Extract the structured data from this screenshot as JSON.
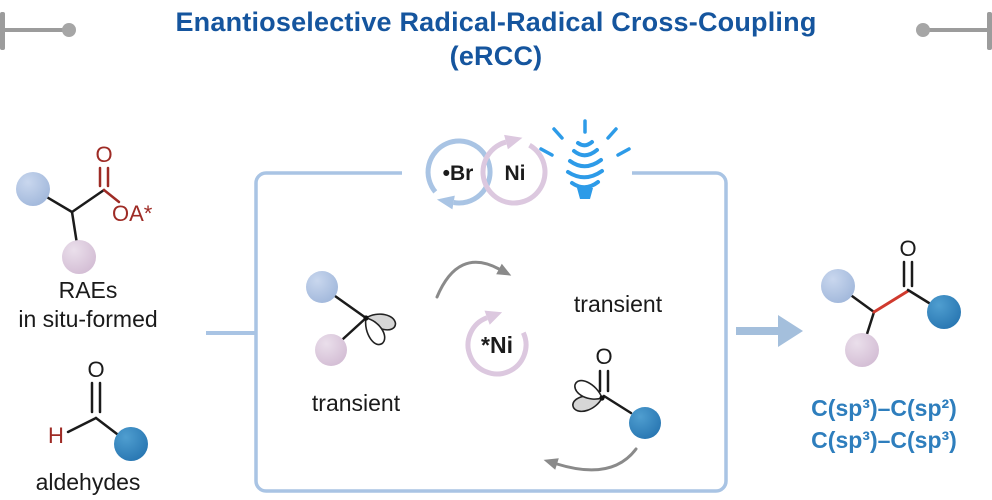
{
  "title": {
    "line1": "Enantioselective Radical-Radical Cross-Coupling",
    "line2": "(eRCC)"
  },
  "reactants": {
    "rae": {
      "carbonyl_o": "O",
      "leaving_group": "OA*",
      "label_line1": "RAEs",
      "label_line2": "in situ-formed"
    },
    "aldehyde": {
      "carbonyl_o": "O",
      "h": "H",
      "label": "aldehydes"
    }
  },
  "catalysis": {
    "bromine_radical": "•Br",
    "nickel": "Ni",
    "chiral_nickel": "*Ni",
    "transient_left": "transient",
    "transient_right": "transient",
    "acyl_o": "O"
  },
  "product": {
    "carbonyl_o": "O",
    "bond_types": [
      "C(sp³)–C(sp²)",
      "C(sp³)–C(sp³)"
    ]
  },
  "icons": {
    "light_bulb": "light-bulb-icon (spiral CFL bulb with rays)"
  },
  "colors": {
    "title_blue": "#15559E",
    "sphere_blue": "#A7BCDF",
    "sphere_pink": "#D8C3DA",
    "sphere_teal": "#2E7EBD",
    "dark_red": "#9E2B25",
    "new_bond_red": "#D03A2E",
    "box_blue": "#A9C4E4",
    "pink_arrow": "#DCC8DF",
    "gray_arrow": "#8A8A8A",
    "bulb_blue": "#2D9BE8",
    "bond_label_blue": "#2E7EBD",
    "handle_gray": "#9C9C9C"
  }
}
